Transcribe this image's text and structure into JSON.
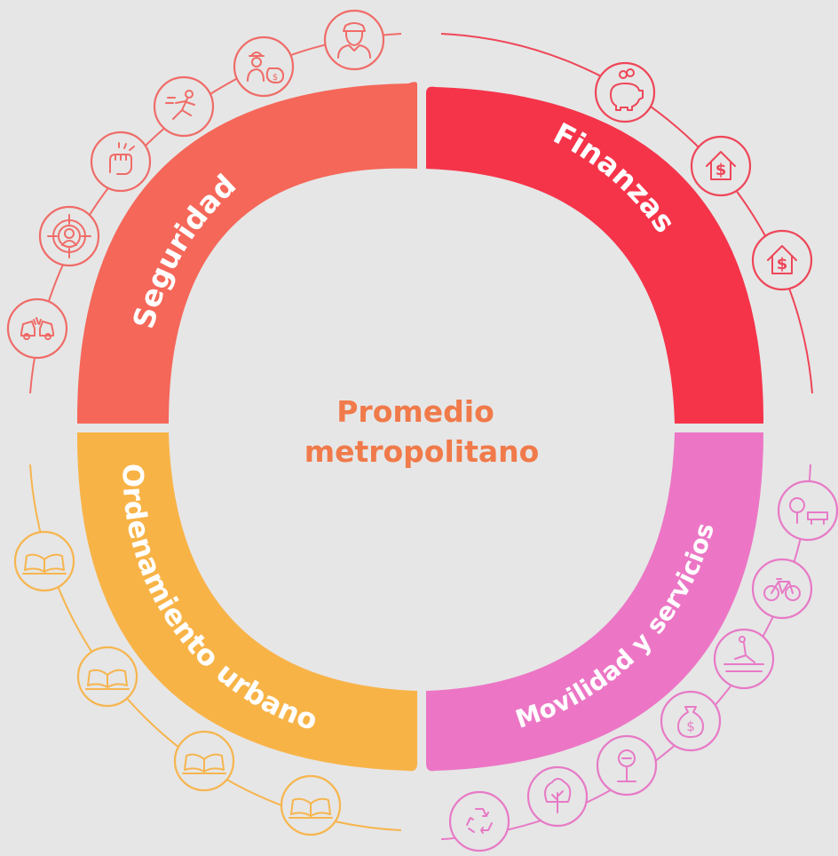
{
  "center": {
    "line1": "Promedio",
    "line2": "metropolitano",
    "color": "#f07a4a"
  },
  "segments": {
    "seguridad": {
      "label": "Seguridad",
      "color": "#f56759"
    },
    "finanzas": {
      "label": "Finanzas",
      "color": "#f5344a"
    },
    "movilidad": {
      "label": "Movilidad y servicios",
      "color": "#ec76c5"
    },
    "ordenamiento": {
      "label": "Ordenamiento urbano",
      "color": "#f8b347"
    }
  },
  "icon_groups": {
    "seguridad": {
      "color": "#ef6c68",
      "icons": [
        "car-crash-icon",
        "target-person-icon",
        "fist-punch-icon",
        "running-thief-icon",
        "robber-money-bag-icon",
        "police-officer-icon"
      ]
    },
    "finanzas": {
      "color": "#ee4658",
      "icons": [
        "piggy-bank-icon",
        "house-dollar-icon",
        "house-dollar-icon"
      ]
    },
    "movilidad": {
      "color": "#e77ac6",
      "icons": [
        "recycle-icon",
        "tree-icon",
        "street-sign-icon",
        "money-bag-icon",
        "pedestrian-crossing-icon",
        "bicycle-icon",
        "park-bench-icon"
      ]
    },
    "ordenamiento": {
      "color": "#f6b54e",
      "icons": [
        "open-book-icon",
        "open-book-icon",
        "open-book-icon",
        "open-book-icon"
      ]
    }
  }
}
